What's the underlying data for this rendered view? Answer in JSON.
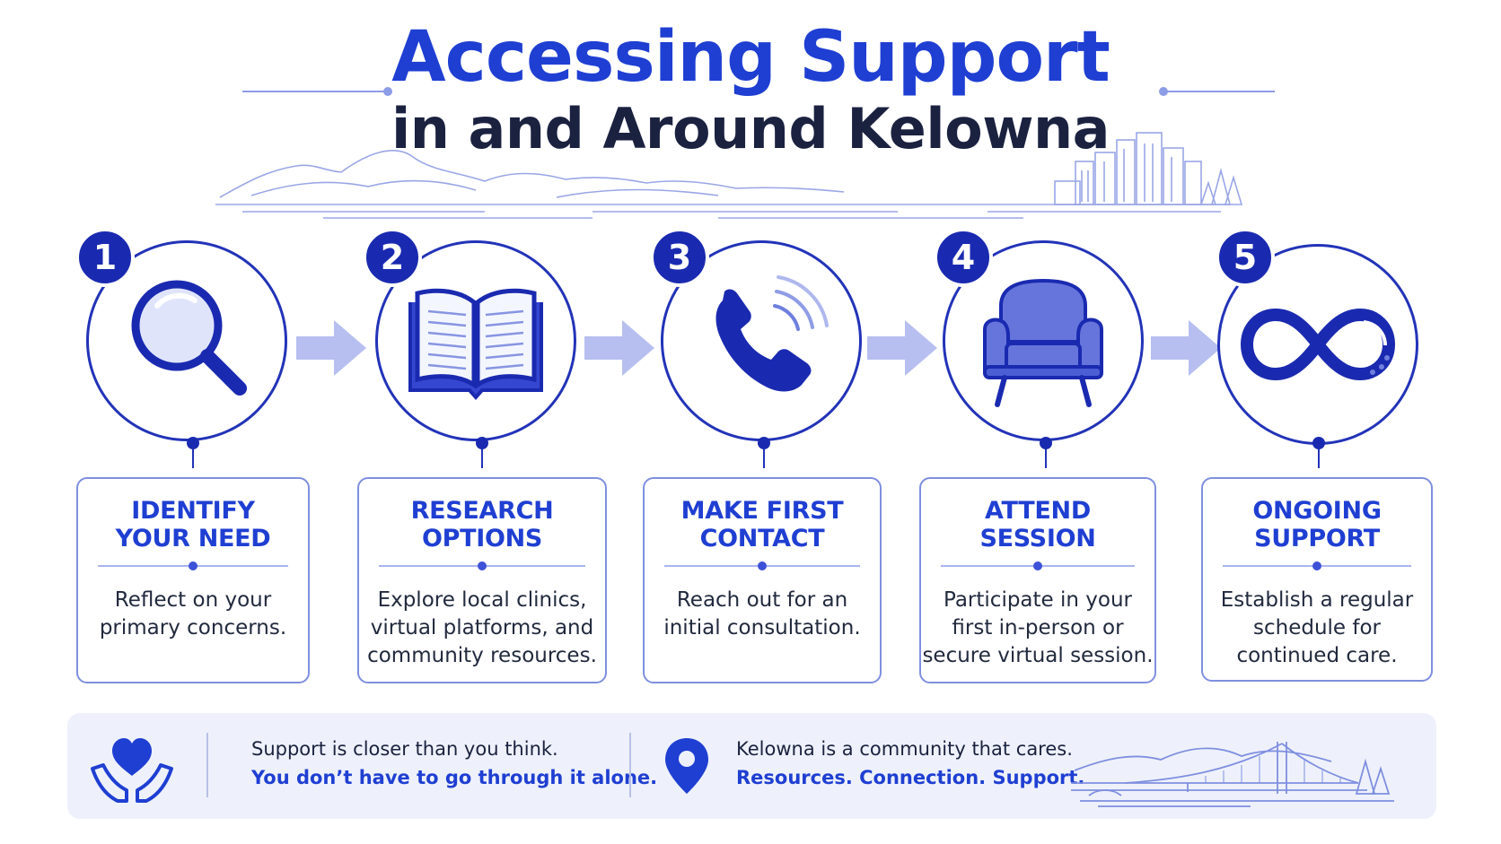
{
  "title": {
    "main": "Accessing Support",
    "sub": "in and Around Kelowna"
  },
  "colors": {
    "primary": "#1f3fd2",
    "navy": "#1b2240",
    "badge": "#1a2ab0",
    "arrow": "#b7bff0",
    "footer_bg": "#eef1fb"
  },
  "steps": [
    {
      "number": "1",
      "title_line1": "IDENTIFY",
      "title_line2": "YOUR NEED",
      "text_lines": [
        "Reflect on your",
        "primary concerns."
      ],
      "icon": "magnifying-glass-icon"
    },
    {
      "number": "2",
      "title_line1": "RESEARCH",
      "title_line2": "OPTIONS",
      "text_lines": [
        "Explore local clinics,",
        "virtual platforms, and",
        "community resources."
      ],
      "icon": "open-book-icon"
    },
    {
      "number": "3",
      "title_line1": "MAKE FIRST",
      "title_line2": "CONTACT",
      "text_lines": [
        "Reach out for an",
        "initial consultation."
      ],
      "icon": "phone-icon"
    },
    {
      "number": "4",
      "title_line1": "ATTEND",
      "title_line2": "SESSION",
      "text_lines": [
        "Participate in your",
        "first in-person or",
        "secure virtual session."
      ],
      "icon": "armchair-icon"
    },
    {
      "number": "5",
      "title_line1": "ONGOING",
      "title_line2": "SUPPORT",
      "text_lines": [
        "Establish a regular",
        "schedule for",
        "continued care."
      ],
      "icon": "infinity-icon"
    }
  ],
  "footer": {
    "left_line1": "Support is closer than you think.",
    "left_line2": "You don’t have to go through it alone.",
    "right_line1": "Kelowna is a community that cares.",
    "right_line2": "Resources. Connection. Support.",
    "icons": [
      "heart-hands-icon",
      "location-pin-icon",
      "bridge-landscape-icon"
    ]
  }
}
